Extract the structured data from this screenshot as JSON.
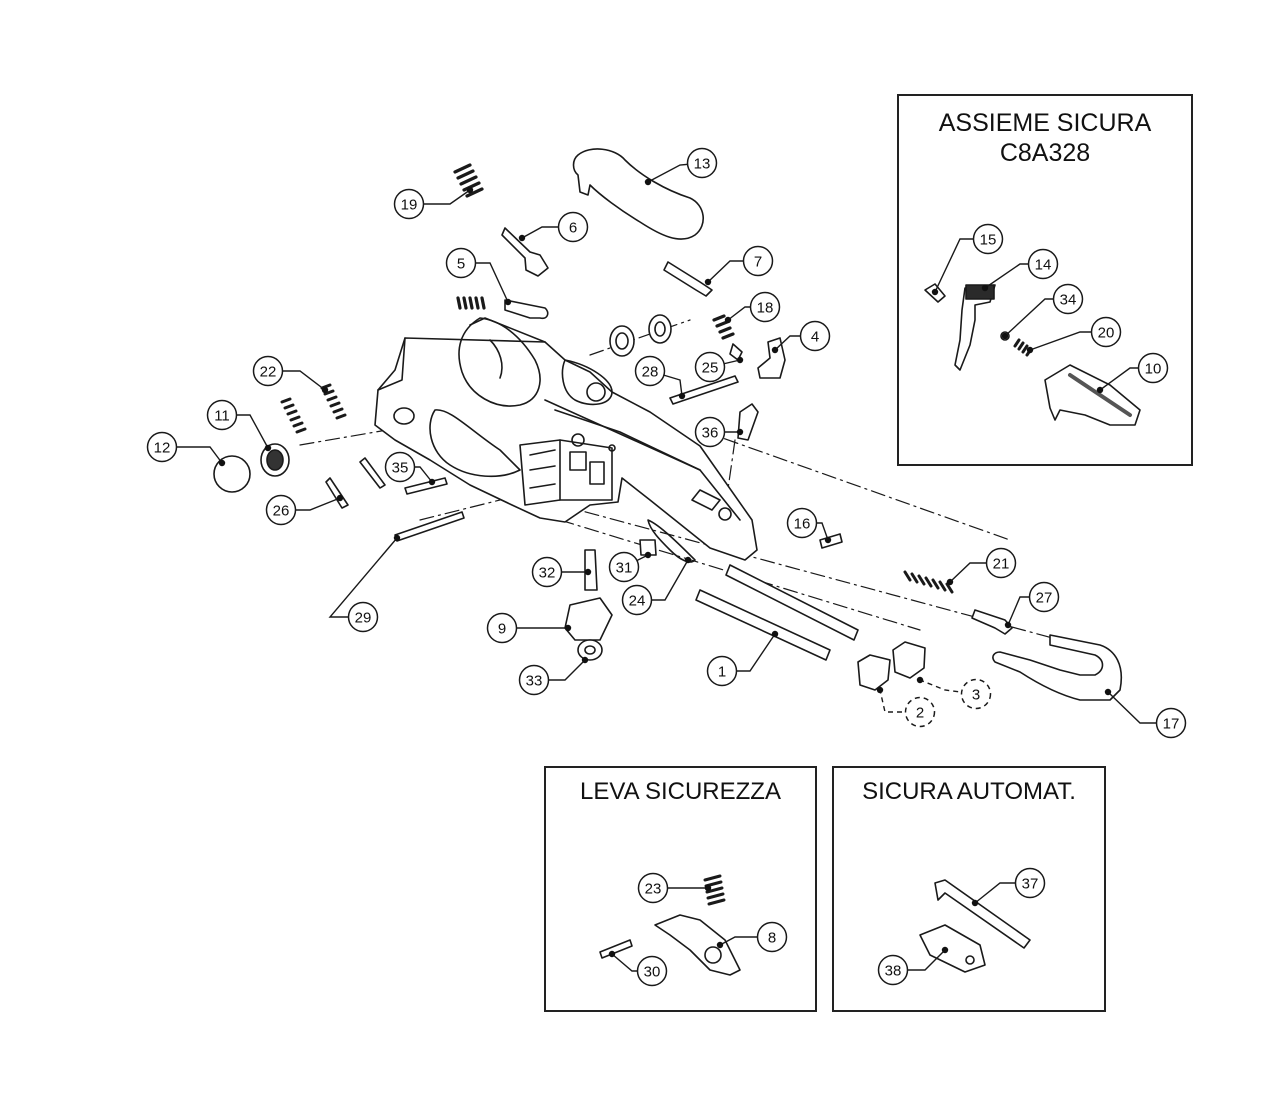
{
  "insets": {
    "sicura": {
      "title_line1": "ASSIEME SICURA",
      "title_line2": "C8A328"
    },
    "leva": {
      "title": "LEVA SICUREZZA"
    },
    "auto": {
      "title": "SICURA AUTOMAT."
    }
  },
  "callouts": {
    "c1": "1",
    "c2": "2",
    "c3": "3",
    "c4": "4",
    "c5": "5",
    "c6": "6",
    "c7": "7",
    "c8": "8",
    "c9": "9",
    "c10": "10",
    "c11": "11",
    "c12": "12",
    "c13": "13",
    "c14": "14",
    "c15": "15",
    "c16": "16",
    "c17": "17",
    "c18": "18",
    "c19": "19",
    "c20": "20",
    "c21": "21",
    "c22": "22",
    "c23": "23",
    "c24": "24",
    "c25": "25",
    "c26": "26",
    "c27": "27",
    "c28": "28",
    "c29": "29",
    "c30": "30",
    "c31": "31",
    "c32": "32",
    "c33": "33",
    "c34": "34",
    "c35": "35",
    "c36": "36",
    "c37": "37",
    "c38": "38"
  },
  "colors": {
    "line": "#1a1a1a",
    "part_fill": "#ffffff",
    "dark": "#2a2a2a"
  }
}
